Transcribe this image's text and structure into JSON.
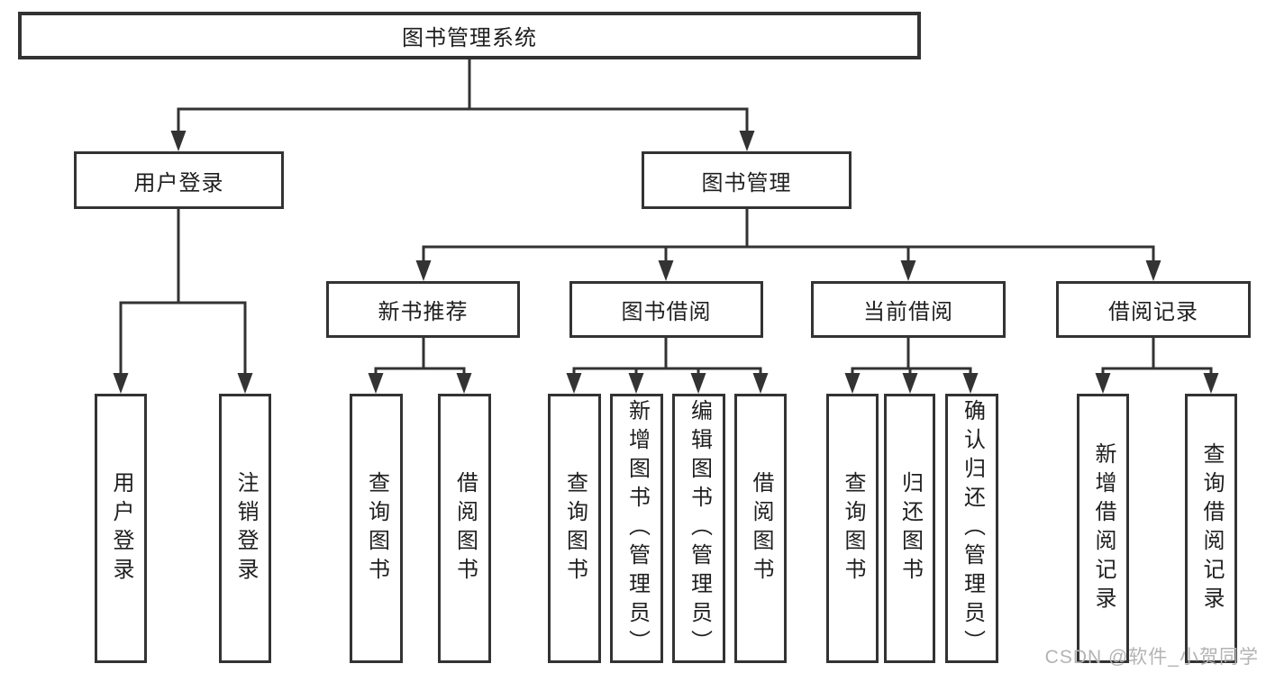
{
  "diagram": {
    "root": {
      "label": "图书管理系统"
    },
    "branches": [
      {
        "label": "用户登录",
        "leaves": [
          {
            "label": "用户登录"
          },
          {
            "label": "注销登录"
          }
        ]
      },
      {
        "label": "图书管理",
        "sections": [
          {
            "label": "新书推荐",
            "leaves": [
              {
                "label": "查询图书"
              },
              {
                "label": "借阅图书"
              }
            ]
          },
          {
            "label": "图书借阅",
            "leaves": [
              {
                "label": "查询图书"
              },
              {
                "label": "新增图书（管理员）"
              },
              {
                "label": "编辑图书（管理员）"
              },
              {
                "label": "借阅图书"
              }
            ]
          },
          {
            "label": "当前借阅",
            "leaves": [
              {
                "label": "查询图书"
              },
              {
                "label": "归还图书"
              },
              {
                "label": "确认归还（管理员）"
              }
            ]
          },
          {
            "label": "借阅记录",
            "leaves": [
              {
                "label": "新增借阅记录"
              },
              {
                "label": "查询借阅记录"
              }
            ]
          }
        ]
      }
    ]
  },
  "watermark": {
    "text": "CSDN @软件_小贺同学",
    "color": "#b3b3b3"
  },
  "colors": {
    "line": "#333333",
    "text": "#1f1f1f",
    "box_background": "#ffffff"
  }
}
